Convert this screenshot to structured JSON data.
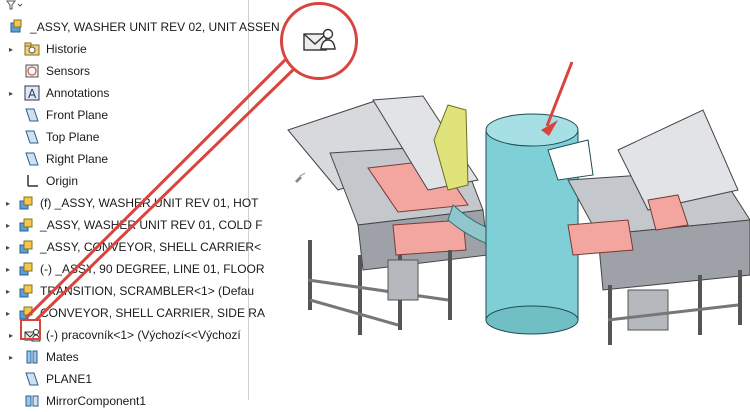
{
  "tree": {
    "root_label": "_ASSY, WASHER UNIT REV 02, UNIT ASSEN",
    "items": [
      {
        "label": "Historie",
        "icon": "history-folder-icon"
      },
      {
        "label": "Sensors",
        "icon": "sensor-icon"
      },
      {
        "label": "Annotations",
        "icon": "annotation-icon"
      },
      {
        "label": "Front Plane",
        "icon": "plane-icon"
      },
      {
        "label": "Top Plane",
        "icon": "plane-icon"
      },
      {
        "label": "Right Plane",
        "icon": "plane-icon"
      },
      {
        "label": "Origin",
        "icon": "origin-icon"
      },
      {
        "label": "(f) _ASSY, WASHER UNIT REV 01, HOT",
        "icon": "assembly-icon"
      },
      {
        "label": "_ASSY, WASHER UNIT REV 01, COLD F",
        "icon": "assembly-icon"
      },
      {
        "label": "_ASSY, CONVEYOR, SHELL CARRIER<",
        "icon": "assembly-icon"
      },
      {
        "label": "(-) _ASSY, 90 DEGREE, LINE 01, FLOOR",
        "icon": "assembly-icon"
      },
      {
        "label": "TRANSITION, SCRAMBLER<1> (Defau",
        "icon": "assembly-icon"
      },
      {
        "label": "CONVEYOR, SHELL CARRIER, SIDE RA",
        "icon": "assembly-icon"
      },
      {
        "label": "(-) pracovník<1> (Výchozí<<Výchozí",
        "icon": "worker-icon"
      },
      {
        "label": "Mates",
        "icon": "mates-icon"
      },
      {
        "label": "PLANE1",
        "icon": "plane-icon"
      },
      {
        "label": "MirrorComponent1",
        "icon": "mirror-icon"
      }
    ]
  },
  "colors": {
    "accent_red": "#d9443f",
    "cylinder": "#7fd0d6",
    "tray_pink": "#f3a5a0",
    "frame_grey": "#b5b8bd"
  }
}
